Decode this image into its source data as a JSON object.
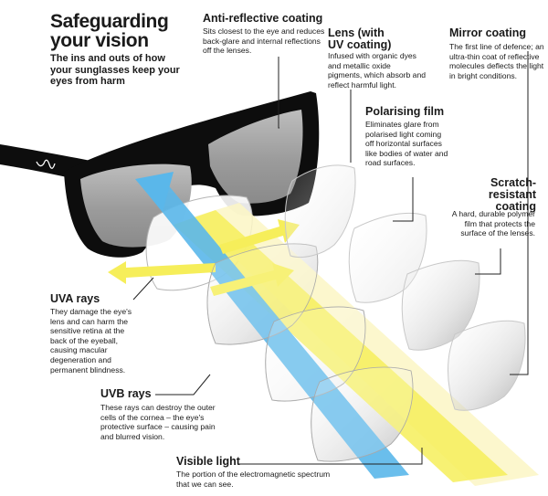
{
  "title": {
    "line1": "Safeguarding",
    "line2": "your vision",
    "subtitle": "The ins and outs of how your sunglasses keep your eyes from harm"
  },
  "brand_mark": "∩/∨",
  "annotations": {
    "anti_reflective": {
      "heading": "Anti-reflective coating",
      "body": "Sits closest to the eye and reduces back-glare and internal reflections off the lenses."
    },
    "lens_uv": {
      "heading": "Lens (with UV coating)",
      "body": "Infused with organic dyes and metallic oxide pigments, which absorb and reflect harmful light."
    },
    "mirror": {
      "heading": "Mirror coating",
      "body": "The first line of defence; an ultra-thin coat of reflective molecules deflects the light in bright conditions."
    },
    "polarising": {
      "heading": "Polarising film",
      "body": "Eliminates glare from polarised light coming off horizontal surfaces like bodies of water and road surfaces."
    },
    "scratch": {
      "heading": "Scratch-resistant coating",
      "body": "A hard, durable polymer film that protects the surface of the lenses."
    },
    "uva": {
      "heading": "UVA rays",
      "body": "They damage the eye's lens and can harm the sensitive retina at the back of the eyeball, causing macular degeneration and permanent blindness."
    },
    "uvb": {
      "heading": "UVB rays",
      "body": "These rays can destroy the outer cells of the cornea – the eye's protective surface – causing pain and blurred vision."
    },
    "visible": {
      "heading": "Visible light",
      "body": "The portion of the electromagnetic spectrum that we can see."
    }
  },
  "colors": {
    "uva_ray": "#f6ee5a",
    "uvb_ray": "#5ab7ea",
    "visible_light": "#fbf6c4",
    "frame": "#0d0d0d",
    "lens": "#9c9c9c",
    "leader_line": "#222222"
  }
}
